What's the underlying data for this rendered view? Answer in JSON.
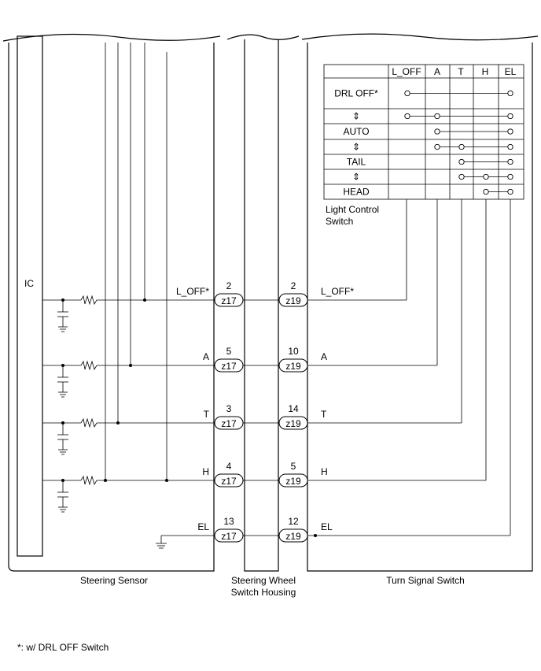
{
  "components": {
    "steering_sensor": "Steering Sensor",
    "housing_line1": "Steering Wheel",
    "housing_line2": "Switch Housing",
    "turn_signal_switch": "Turn Signal Switch",
    "ic": "IC"
  },
  "light_control": {
    "label_line1": "Light Control",
    "label_line2": "Switch",
    "columns": [
      "L_OFF",
      "A",
      "T",
      "H",
      "EL"
    ],
    "rows": [
      "DRL OFF*",
      "⇕",
      "AUTO",
      "⇕",
      "TAIL",
      "⇕",
      "HEAD"
    ]
  },
  "signals": [
    {
      "name": "L_OFF*",
      "pin_left": "2",
      "conn_left": "z17",
      "pin_right": "2",
      "conn_right": "z19"
    },
    {
      "name": "A",
      "pin_left": "5",
      "conn_left": "z17",
      "pin_right": "10",
      "conn_right": "z19"
    },
    {
      "name": "T",
      "pin_left": "3",
      "conn_left": "z17",
      "pin_right": "14",
      "conn_right": "z19"
    },
    {
      "name": "H",
      "pin_left": "4",
      "conn_left": "z17",
      "pin_right": "5",
      "conn_right": "z19"
    },
    {
      "name": "EL",
      "pin_left": "13",
      "conn_left": "z17",
      "pin_right": "12",
      "conn_right": "z19"
    }
  ],
  "footnote": "*: w/ DRL OFF Switch"
}
